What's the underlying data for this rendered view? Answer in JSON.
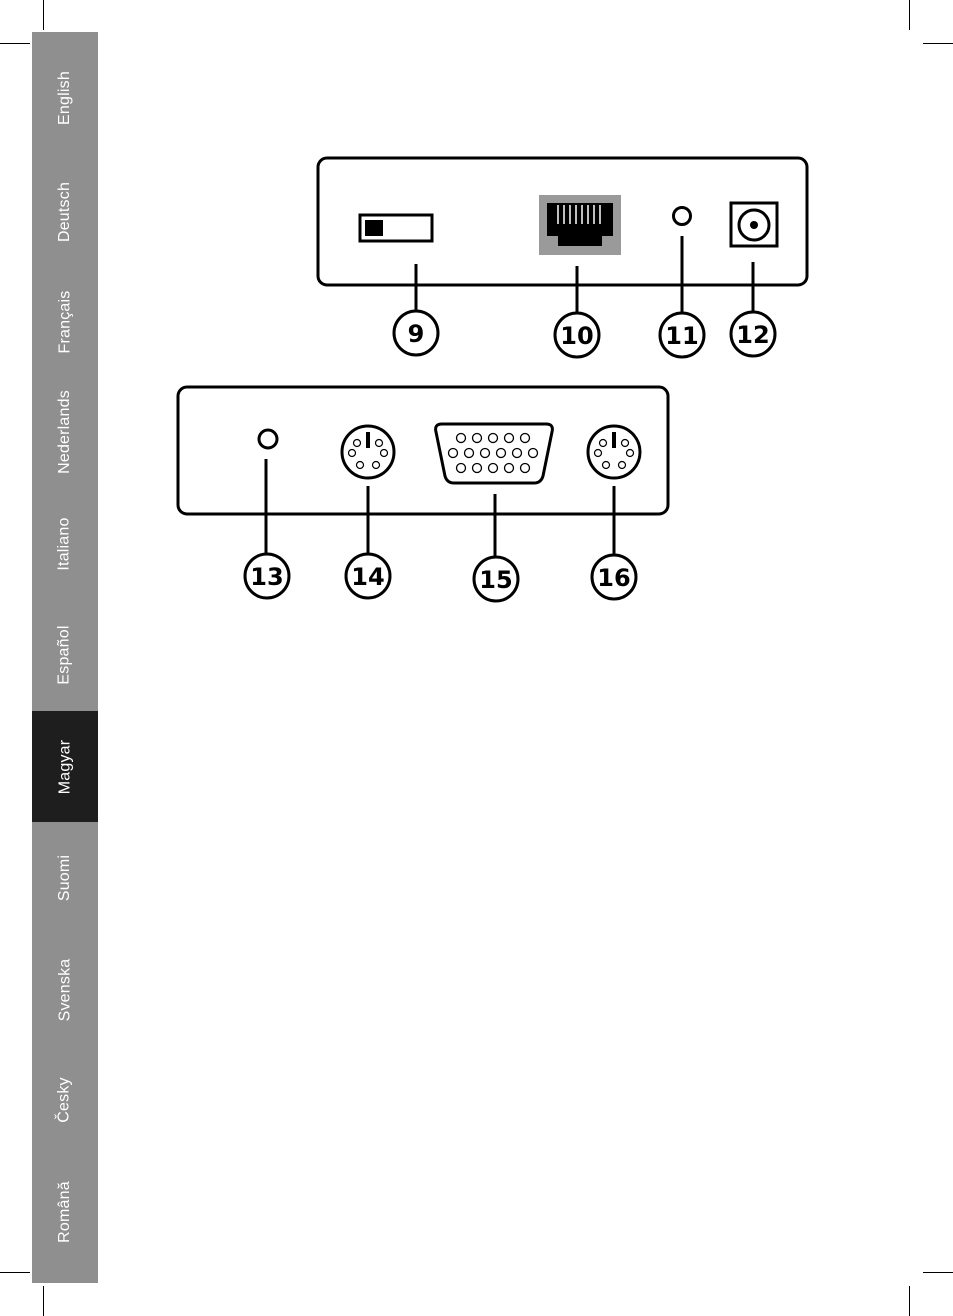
{
  "sidebar": {
    "active_color": "#1e1e1e",
    "bg_color": "#8f8f8f",
    "languages": [
      {
        "label": "English"
      },
      {
        "label": "Deutsch"
      },
      {
        "label": "Français"
      },
      {
        "label": "Nederlands"
      },
      {
        "label": "Italiano"
      },
      {
        "label": "Español"
      },
      {
        "label": "Magyar",
        "active": true
      },
      {
        "label": "Suomi"
      },
      {
        "label": "Svenska"
      },
      {
        "label": "Česky"
      },
      {
        "label": "Română"
      }
    ]
  },
  "diagram": {
    "top_panel": {
      "callouts": [
        "9",
        "10",
        "11",
        "12"
      ],
      "icons": [
        "slide-switch-icon",
        "rj45-port-icon",
        "led-indicator-icon",
        "dc-power-jack-icon"
      ]
    },
    "bottom_panel": {
      "callouts": [
        "13",
        "14",
        "15",
        "16"
      ],
      "icons": [
        "led-indicator-icon",
        "ps2-port-icon",
        "vga-port-icon",
        "ps2-port-icon"
      ]
    }
  }
}
